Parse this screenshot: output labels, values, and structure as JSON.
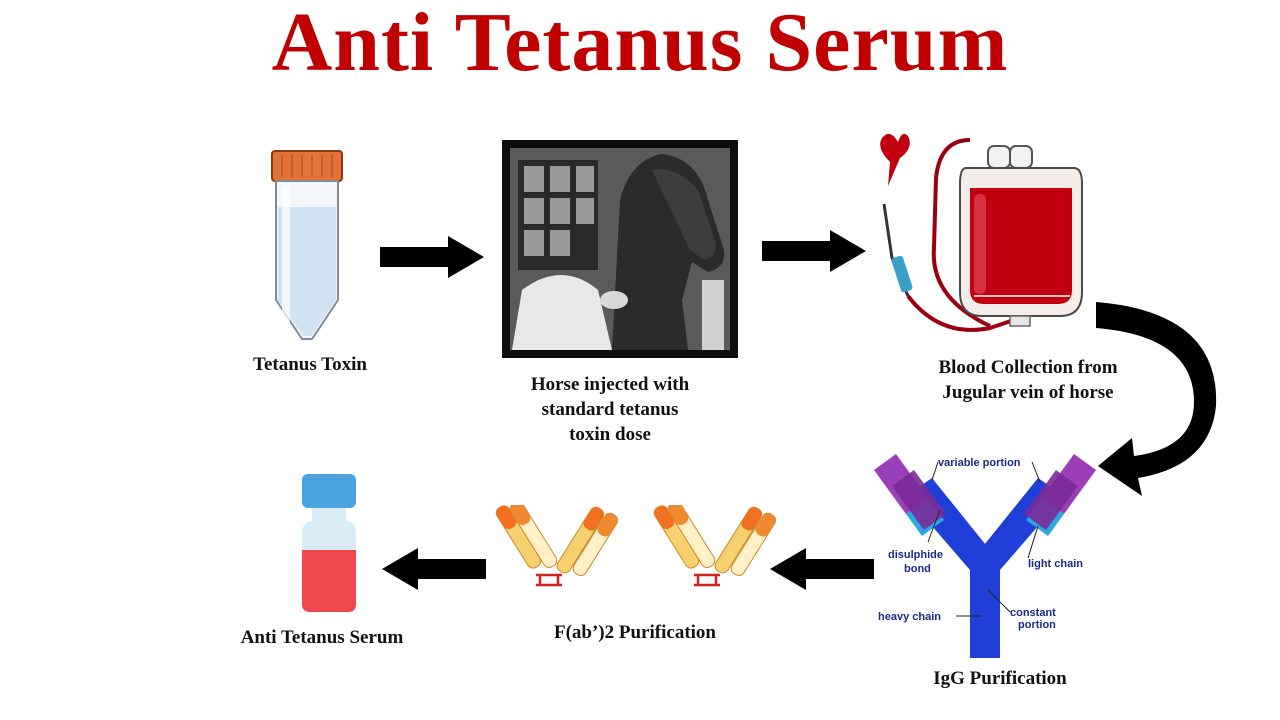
{
  "title": "Anti Tetanus Serum",
  "steps": {
    "toxin": "Tetanus Toxin",
    "horse": [
      "Horse injected with",
      "standard tetanus",
      "toxin dose"
    ],
    "blood": [
      "Blood Collection from",
      "Jugular vein of horse"
    ],
    "igg": "IgG Purification",
    "fab": "F(ab’)2 Purification",
    "serum": "Anti Tetanus Serum"
  },
  "antibody_labels": {
    "variable": "variable portion",
    "disulphide": [
      "disulphide",
      "bond"
    ],
    "light": "light chain",
    "heavy": "heavy chain",
    "constant": [
      "constant",
      "portion"
    ]
  },
  "colors": {
    "title": "#c00000",
    "arrow": "#000000",
    "blood": "#c00010",
    "antibody_heavy": "#1f3fd8",
    "antibody_variable": "#9b3fb8",
    "antibody_light": "#2aa8e0",
    "vial_cap": "#4aa3df",
    "vial_liquid": "#f2464e"
  }
}
